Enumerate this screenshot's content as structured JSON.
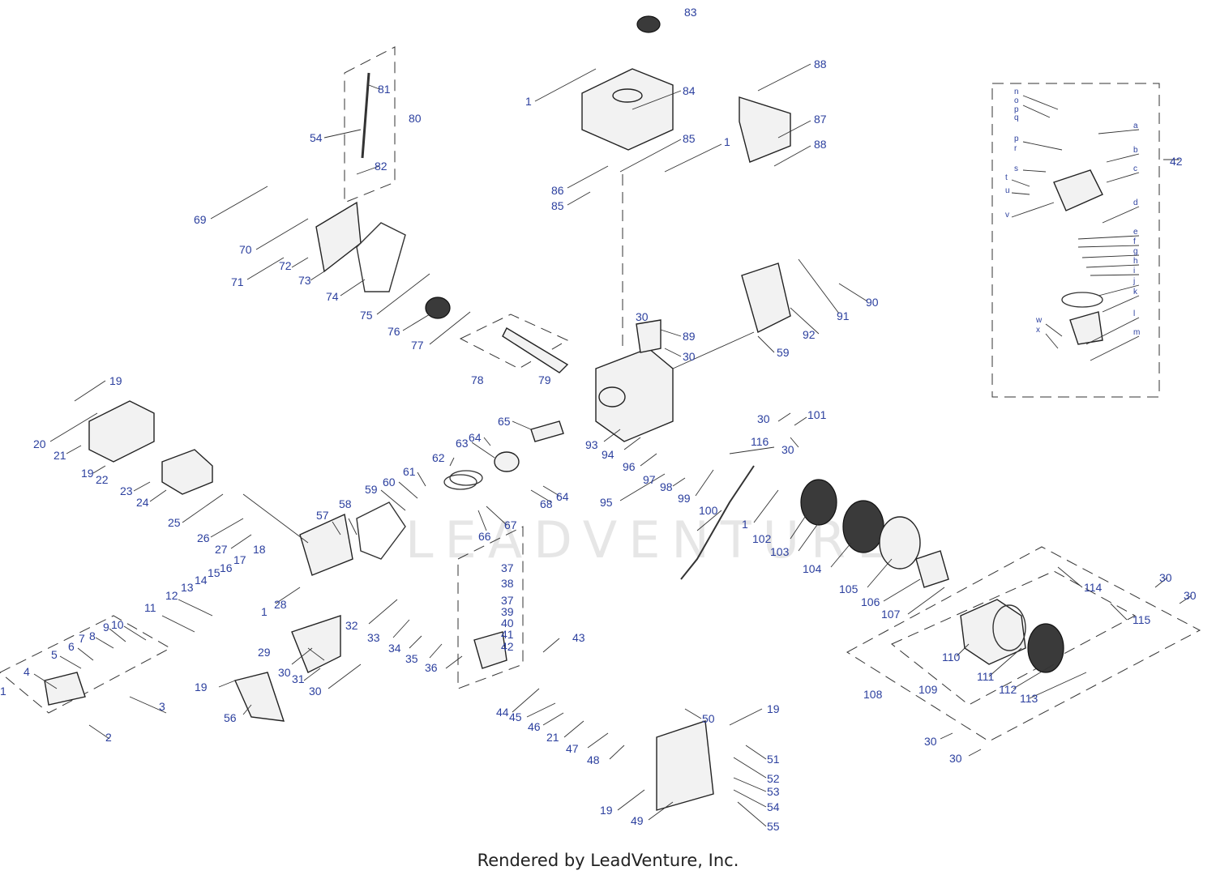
{
  "diagram": {
    "watermark": "LEADVENTURE",
    "footer": "Rendered by LeadVenture, Inc.",
    "callouts": [
      {
        "id": "c1a",
        "label": "1"
      },
      {
        "id": "c1b",
        "label": "1"
      },
      {
        "id": "c1c",
        "label": "1"
      },
      {
        "id": "c1d",
        "label": "1"
      },
      {
        "id": "c1e",
        "label": "1"
      },
      {
        "id": "c2",
        "label": "2"
      },
      {
        "id": "c3",
        "label": "3"
      },
      {
        "id": "c4",
        "label": "4"
      },
      {
        "id": "c5",
        "label": "5"
      },
      {
        "id": "c6",
        "label": "6"
      },
      {
        "id": "c7",
        "label": "7"
      },
      {
        "id": "c8",
        "label": "8"
      },
      {
        "id": "c9",
        "label": "9"
      },
      {
        "id": "c10",
        "label": "10"
      },
      {
        "id": "c11",
        "label": "11"
      },
      {
        "id": "c12",
        "label": "12"
      },
      {
        "id": "c13",
        "label": "13"
      },
      {
        "id": "c14",
        "label": "14"
      },
      {
        "id": "c15",
        "label": "15"
      },
      {
        "id": "c16",
        "label": "16"
      },
      {
        "id": "c17",
        "label": "17"
      },
      {
        "id": "c18",
        "label": "18"
      },
      {
        "id": "c19a",
        "label": "19"
      },
      {
        "id": "c19b",
        "label": "19"
      },
      {
        "id": "c19c",
        "label": "19"
      },
      {
        "id": "c19d",
        "label": "19"
      },
      {
        "id": "c19e",
        "label": "19"
      },
      {
        "id": "c20",
        "label": "20"
      },
      {
        "id": "c21a",
        "label": "21"
      },
      {
        "id": "c21b",
        "label": "21"
      },
      {
        "id": "c22",
        "label": "22"
      },
      {
        "id": "c23",
        "label": "23"
      },
      {
        "id": "c24",
        "label": "24"
      },
      {
        "id": "c25",
        "label": "25"
      },
      {
        "id": "c26",
        "label": "26"
      },
      {
        "id": "c27",
        "label": "27"
      },
      {
        "id": "c28",
        "label": "28"
      },
      {
        "id": "c29",
        "label": "29"
      },
      {
        "id": "c30a",
        "label": "30"
      },
      {
        "id": "c30b",
        "label": "30"
      },
      {
        "id": "c30c",
        "label": "30"
      },
      {
        "id": "c30d",
        "label": "30"
      },
      {
        "id": "c30e",
        "label": "30"
      },
      {
        "id": "c30f",
        "label": "30"
      },
      {
        "id": "c30g",
        "label": "30"
      },
      {
        "id": "c30h",
        "label": "30"
      },
      {
        "id": "c30i",
        "label": "30"
      },
      {
        "id": "c30j",
        "label": "30"
      },
      {
        "id": "c31",
        "label": "31"
      },
      {
        "id": "c32",
        "label": "32"
      },
      {
        "id": "c33",
        "label": "33"
      },
      {
        "id": "c34",
        "label": "34"
      },
      {
        "id": "c35",
        "label": "35"
      },
      {
        "id": "c36",
        "label": "36"
      },
      {
        "id": "c37a",
        "label": "37"
      },
      {
        "id": "c37b",
        "label": "37"
      },
      {
        "id": "c38",
        "label": "38"
      },
      {
        "id": "c39",
        "label": "39"
      },
      {
        "id": "c40",
        "label": "40"
      },
      {
        "id": "c41",
        "label": "41"
      },
      {
        "id": "c42a",
        "label": "42"
      },
      {
        "id": "c42b",
        "label": "42"
      },
      {
        "id": "c43",
        "label": "43"
      },
      {
        "id": "c44",
        "label": "44"
      },
      {
        "id": "c45",
        "label": "45"
      },
      {
        "id": "c46",
        "label": "46"
      },
      {
        "id": "c47",
        "label": "47"
      },
      {
        "id": "c48",
        "label": "48"
      },
      {
        "id": "c49",
        "label": "49"
      },
      {
        "id": "c50",
        "label": "50"
      },
      {
        "id": "c51",
        "label": "51"
      },
      {
        "id": "c52",
        "label": "52"
      },
      {
        "id": "c53",
        "label": "53"
      },
      {
        "id": "c54a",
        "label": "54"
      },
      {
        "id": "c54b",
        "label": "54"
      },
      {
        "id": "c55",
        "label": "55"
      },
      {
        "id": "c56",
        "label": "56"
      },
      {
        "id": "c57",
        "label": "57"
      },
      {
        "id": "c58",
        "label": "58"
      },
      {
        "id": "c59a",
        "label": "59"
      },
      {
        "id": "c59b",
        "label": "59"
      },
      {
        "id": "c60",
        "label": "60"
      },
      {
        "id": "c61",
        "label": "61"
      },
      {
        "id": "c62",
        "label": "62"
      },
      {
        "id": "c63",
        "label": "63"
      },
      {
        "id": "c64a",
        "label": "64"
      },
      {
        "id": "c64b",
        "label": "64"
      },
      {
        "id": "c65",
        "label": "65"
      },
      {
        "id": "c66",
        "label": "66"
      },
      {
        "id": "c67",
        "label": "67"
      },
      {
        "id": "c68",
        "label": "68"
      },
      {
        "id": "c69",
        "label": "69"
      },
      {
        "id": "c70",
        "label": "70"
      },
      {
        "id": "c71",
        "label": "71"
      },
      {
        "id": "c72",
        "label": "72"
      },
      {
        "id": "c73",
        "label": "73"
      },
      {
        "id": "c74",
        "label": "74"
      },
      {
        "id": "c75",
        "label": "75"
      },
      {
        "id": "c76",
        "label": "76"
      },
      {
        "id": "c77",
        "label": "77"
      },
      {
        "id": "c78",
        "label": "78"
      },
      {
        "id": "c79",
        "label": "79"
      },
      {
        "id": "c80",
        "label": "80"
      },
      {
        "id": "c81",
        "label": "81"
      },
      {
        "id": "c82",
        "label": "82"
      },
      {
        "id": "c83",
        "label": "83"
      },
      {
        "id": "c84",
        "label": "84"
      },
      {
        "id": "c85a",
        "label": "85"
      },
      {
        "id": "c85b",
        "label": "85"
      },
      {
        "id": "c86",
        "label": "86"
      },
      {
        "id": "c87",
        "label": "87"
      },
      {
        "id": "c88a",
        "label": "88"
      },
      {
        "id": "c88b",
        "label": "88"
      },
      {
        "id": "c89",
        "label": "89"
      },
      {
        "id": "c90",
        "label": "90"
      },
      {
        "id": "c91",
        "label": "91"
      },
      {
        "id": "c92",
        "label": "92"
      },
      {
        "id": "c93",
        "label": "93"
      },
      {
        "id": "c94",
        "label": "94"
      },
      {
        "id": "c95",
        "label": "95"
      },
      {
        "id": "c96",
        "label": "96"
      },
      {
        "id": "c97",
        "label": "97"
      },
      {
        "id": "c98",
        "label": "98"
      },
      {
        "id": "c99",
        "label": "99"
      },
      {
        "id": "c100",
        "label": "100"
      },
      {
        "id": "c101",
        "label": "101"
      },
      {
        "id": "c102",
        "label": "102"
      },
      {
        "id": "c103",
        "label": "103"
      },
      {
        "id": "c104",
        "label": "104"
      },
      {
        "id": "c105",
        "label": "105"
      },
      {
        "id": "c106",
        "label": "106"
      },
      {
        "id": "c107",
        "label": "107"
      },
      {
        "id": "c108",
        "label": "108"
      },
      {
        "id": "c109",
        "label": "109"
      },
      {
        "id": "c110",
        "label": "110"
      },
      {
        "id": "c111",
        "label": "111"
      },
      {
        "id": "c112",
        "label": "112"
      },
      {
        "id": "c113",
        "label": "113"
      },
      {
        "id": "c114",
        "label": "114"
      },
      {
        "id": "c115",
        "label": "115"
      },
      {
        "id": "c116",
        "label": "116"
      }
    ],
    "carb_callouts": [
      {
        "id": "ca",
        "label": "a"
      },
      {
        "id": "cb",
        "label": "b"
      },
      {
        "id": "cc",
        "label": "c"
      },
      {
        "id": "cd",
        "label": "d"
      },
      {
        "id": "ce",
        "label": "e"
      },
      {
        "id": "cf",
        "label": "f"
      },
      {
        "id": "cg",
        "label": "g"
      },
      {
        "id": "ch",
        "label": "h"
      },
      {
        "id": "ci",
        "label": "i"
      },
      {
        "id": "cj",
        "label": "j"
      },
      {
        "id": "ck",
        "label": "k"
      },
      {
        "id": "cl",
        "label": "l"
      },
      {
        "id": "cm",
        "label": "m"
      },
      {
        "id": "cn",
        "label": "n"
      },
      {
        "id": "co",
        "label": "o"
      },
      {
        "id": "cp1",
        "label": "p"
      },
      {
        "id": "cq",
        "label": "q"
      },
      {
        "id": "cp2",
        "label": "p"
      },
      {
        "id": "cr",
        "label": "r"
      },
      {
        "id": "cs",
        "label": "s"
      },
      {
        "id": "ct",
        "label": "t"
      },
      {
        "id": "cu",
        "label": "u"
      },
      {
        "id": "cv",
        "label": "v"
      },
      {
        "id": "cw",
        "label": "w"
      },
      {
        "id": "cx",
        "label": "x"
      }
    ]
  }
}
